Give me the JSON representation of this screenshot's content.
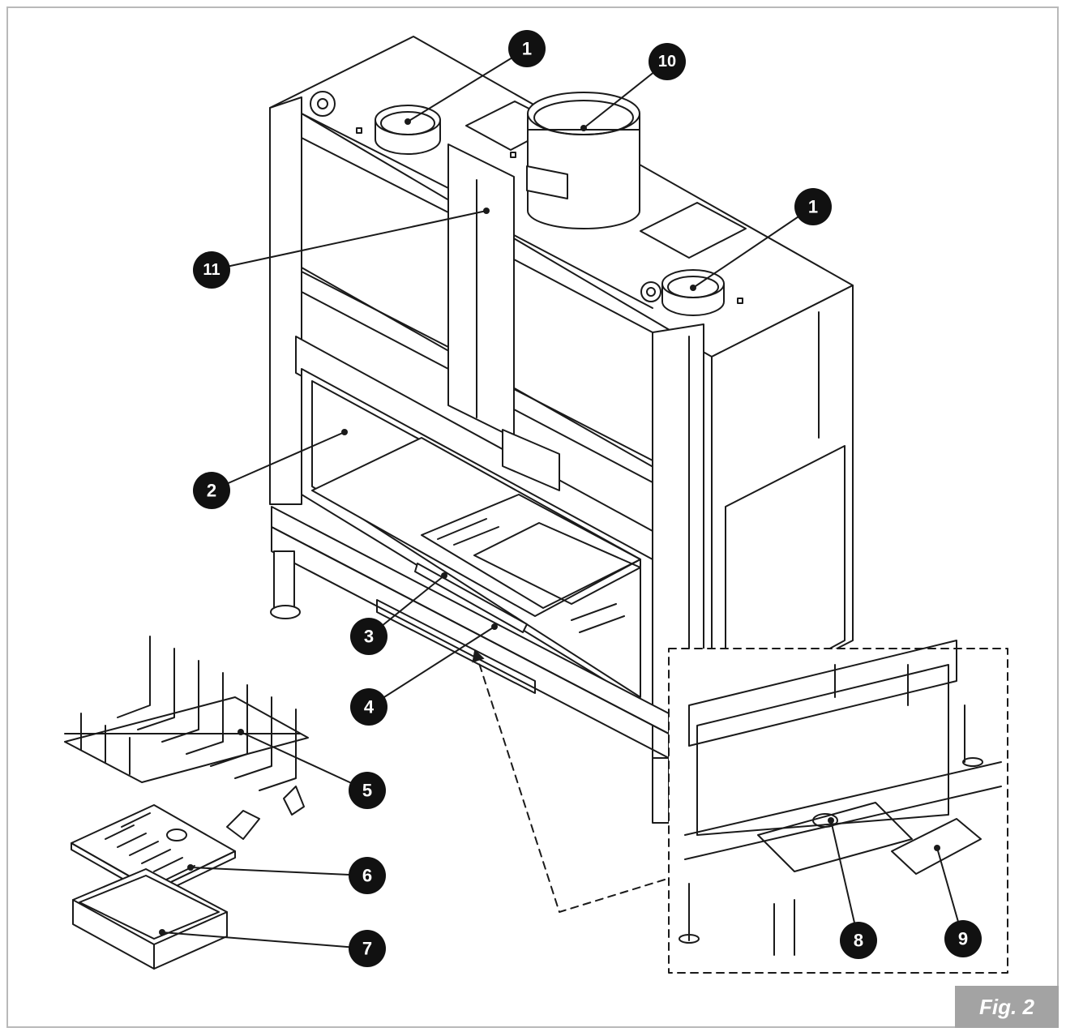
{
  "figure": {
    "label": "Fig. 2"
  },
  "callouts": {
    "c1_top": "1",
    "c10": "10",
    "c1_right": "1",
    "c11": "11",
    "c2": "2",
    "c3": "3",
    "c4": "4",
    "c5": "5",
    "c6": "6",
    "c7": "7",
    "c8": "8",
    "c9": "9"
  },
  "colors": {
    "line": "#1a1a1a",
    "callout_fill": "#111111",
    "label_bg": "#a3a3a3",
    "frame": "#b9b9b9"
  }
}
